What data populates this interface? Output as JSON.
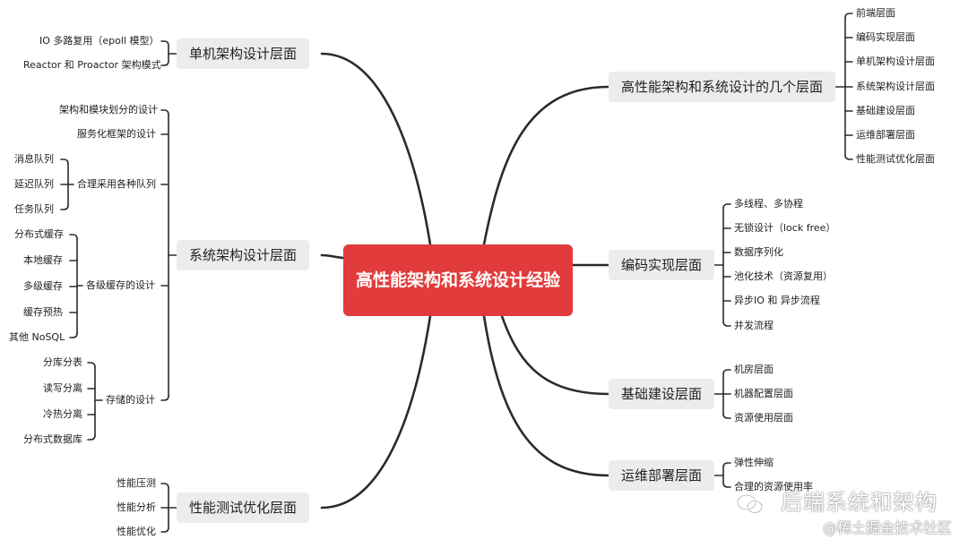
{
  "root": {
    "label": "高性能架构和系统设计经验"
  },
  "right": [
    {
      "label": "高性能架构和系统设计的几个层面",
      "children": [
        "前端层面",
        "编码实现层面",
        "单机架构设计层面",
        "系统架构设计层面",
        "基础建设层面",
        "运维部署层面",
        "性能测试优化层面"
      ]
    },
    {
      "label": "编码实现层面",
      "children": [
        "多线程、多协程",
        "无锁设计（lock free）",
        "数据序列化",
        "池化技术（资源复用）",
        "异步IO 和 异步流程",
        "并发流程"
      ]
    },
    {
      "label": "基础建设层面",
      "children": [
        "机房层面",
        "机器配置层面",
        "资源使用层面"
      ]
    },
    {
      "label": "运维部署层面",
      "children": [
        "弹性伸缩",
        "合理的资源使用率"
      ]
    }
  ],
  "left": [
    {
      "label": "单机架构设计层面",
      "children": [
        "IO 多路复用（epoll 模型）",
        "Reactor 和 Proactor 架构模式"
      ]
    },
    {
      "label": "系统架构设计层面",
      "children": [
        {
          "label": "架构和模块划分的设计"
        },
        {
          "label": "服务化框架的设计"
        },
        {
          "label": "合理采用各种队列",
          "children": [
            "消息队列",
            "延迟队列",
            "任务队列"
          ]
        },
        {
          "label": "各级缓存的设计",
          "children": [
            "分布式缓存",
            "本地缓存",
            "多级缓存",
            "缓存预热",
            "其他 NoSQL"
          ]
        },
        {
          "label": "存储的设计",
          "children": [
            "分库分表",
            "读写分离",
            "冷热分离",
            "分布式数据库"
          ]
        }
      ]
    },
    {
      "label": "性能测试优化层面",
      "children": [
        "性能压测",
        "性能分析",
        "性能优化"
      ]
    }
  ],
  "watermark": {
    "line1": "后端系统和架构",
    "line2": "@稀土掘金技术社区"
  },
  "colors": {
    "root_bg": "#e23b3b",
    "branch_bg": "#ececec",
    "line": "#2b2b2b"
  }
}
